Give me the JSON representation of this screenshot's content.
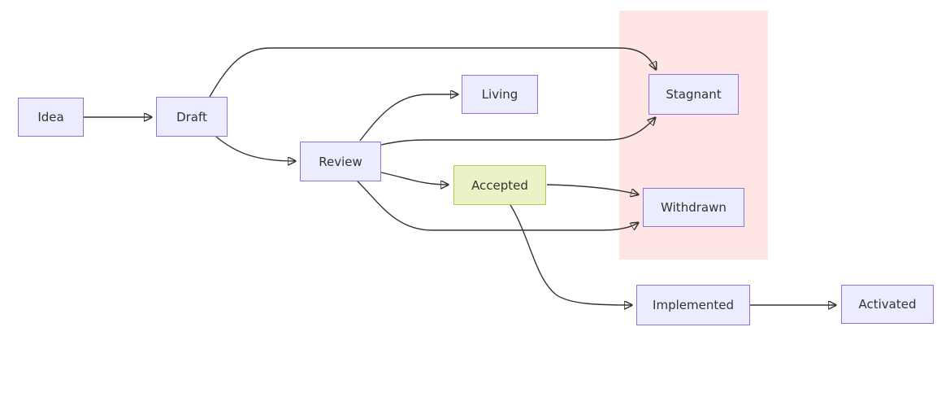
{
  "diagram": {
    "type": "flowchart",
    "direction": "left-to-right",
    "nodes": [
      {
        "id": "idea",
        "label": "Idea",
        "fill": "#ececff",
        "stroke": "#9370db"
      },
      {
        "id": "draft",
        "label": "Draft",
        "fill": "#ececff",
        "stroke": "#9370db"
      },
      {
        "id": "review",
        "label": "Review",
        "fill": "#ececff",
        "stroke": "#9370db"
      },
      {
        "id": "living",
        "label": "Living",
        "fill": "#ececff",
        "stroke": "#9370db"
      },
      {
        "id": "accepted",
        "label": "Accepted",
        "fill": "#edf2c6",
        "stroke": "#b7c95a"
      },
      {
        "id": "stagnant",
        "label": "Stagnant",
        "fill": "#ececff",
        "stroke": "#9370db"
      },
      {
        "id": "withdrawn",
        "label": "Withdrawn",
        "fill": "#ececff",
        "stroke": "#9370db"
      },
      {
        "id": "implemented",
        "label": "Implemented",
        "fill": "#ececff",
        "stroke": "#9370db"
      },
      {
        "id": "activated",
        "label": "Activated",
        "fill": "#ececff",
        "stroke": "#9370db"
      }
    ],
    "edges": [
      {
        "from": "Idea",
        "to": "Draft"
      },
      {
        "from": "Draft",
        "to": "Stagnant"
      },
      {
        "from": "Draft",
        "to": "Review"
      },
      {
        "from": "Review",
        "to": "Living"
      },
      {
        "from": "Review",
        "to": "Stagnant"
      },
      {
        "from": "Review",
        "to": "Accepted"
      },
      {
        "from": "Review",
        "to": "Withdrawn"
      },
      {
        "from": "Accepted",
        "to": "Withdrawn"
      },
      {
        "from": "Accepted",
        "to": "Implemented"
      },
      {
        "from": "Implemented",
        "to": "Activated"
      }
    ],
    "highlight_region": {
      "color": "#ffe5e4",
      "contains": [
        "Stagnant",
        "Withdrawn"
      ]
    },
    "colors": {
      "edge": "#333333",
      "text": "#333333",
      "background": "#ffffff"
    }
  }
}
